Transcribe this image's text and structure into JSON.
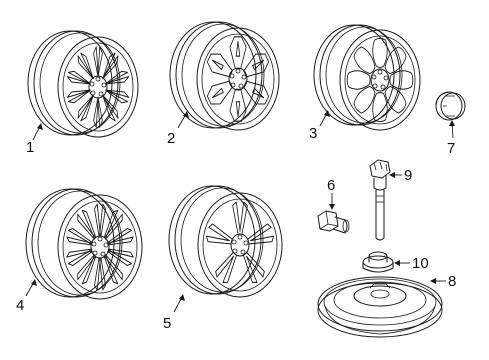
{
  "diagram": {
    "callouts": [
      {
        "id": "1",
        "label": "1"
      },
      {
        "id": "2",
        "label": "2"
      },
      {
        "id": "3",
        "label": "3"
      },
      {
        "id": "4",
        "label": "4"
      },
      {
        "id": "5",
        "label": "5"
      },
      {
        "id": "6",
        "label": "6"
      },
      {
        "id": "7",
        "label": "7"
      },
      {
        "id": "8",
        "label": "8"
      },
      {
        "id": "9",
        "label": "9"
      },
      {
        "id": "10",
        "label": "10"
      }
    ],
    "parts": [
      {
        "callout": "1",
        "kind": "alloy-wheel",
        "spoke_style": "twin-split-spoke"
      },
      {
        "callout": "2",
        "kind": "alloy-wheel",
        "spoke_style": "wide-window-spoke"
      },
      {
        "callout": "3",
        "kind": "alloy-wheel",
        "spoke_style": "rounded-window-spoke"
      },
      {
        "callout": "4",
        "kind": "alloy-wheel",
        "spoke_style": "multi-split-spoke"
      },
      {
        "callout": "5",
        "kind": "alloy-wheel",
        "spoke_style": "double-spoke"
      },
      {
        "callout": "6",
        "kind": "lug-nut"
      },
      {
        "callout": "7",
        "kind": "center-cap"
      },
      {
        "callout": "8",
        "kind": "spare-wheel"
      },
      {
        "callout": "9",
        "kind": "tpms-valve-sensor"
      },
      {
        "callout": "10",
        "kind": "valve-nut"
      }
    ]
  }
}
